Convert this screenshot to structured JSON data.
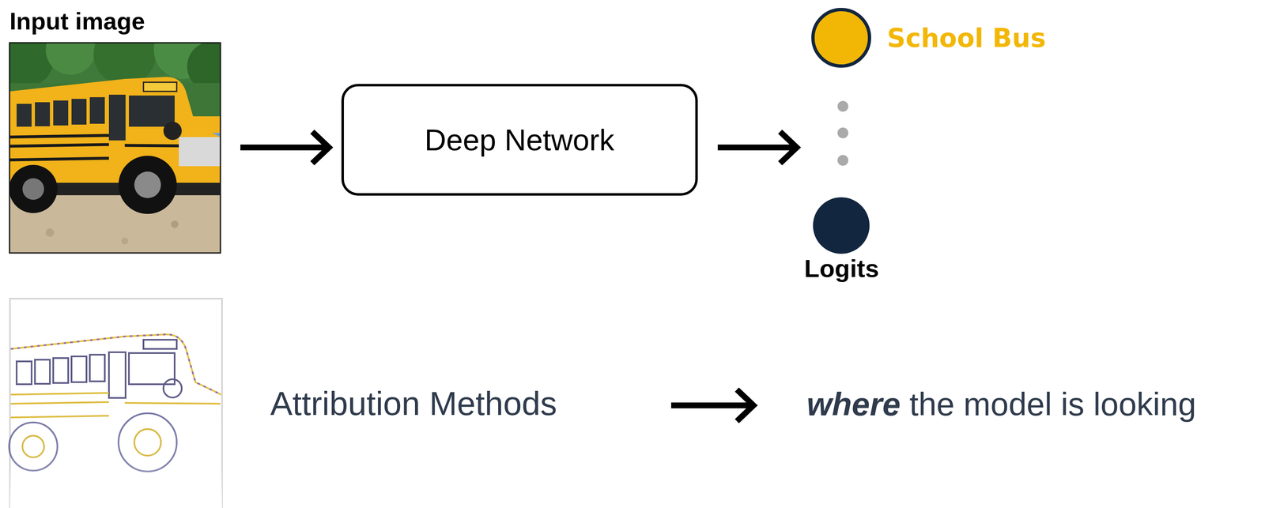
{
  "diagram": {
    "nodes": [
      {
        "text": [
          "Input image"
        ]
      },
      {
        "text": [
          "Deep Network"
        ]
      },
      {
        "text": [
          "Logits"
        ]
      },
      {
        "text": [
          "School Bus"
        ],
        "in": 2
      }
    ],
    "edges": [
      {
        "from": 0,
        "to": 1,
        "arrow": "to"
      },
      {
        "from": 1,
        "to": 2,
        "arrow": "to"
      }
    ],
    "labels": [
      "Attribution Methods",
      "where",
      "the model is looking"
    ]
  }
}
